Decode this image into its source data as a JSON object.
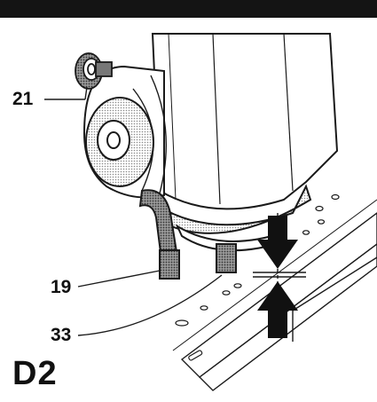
{
  "figure": {
    "label": "D2",
    "callouts": [
      {
        "id": "21",
        "text": "21"
      },
      {
        "id": "19",
        "text": "19"
      },
      {
        "id": "33",
        "text": "33"
      }
    ]
  },
  "colors": {
    "line": "#1a1a1a",
    "shade": "#8a8a8a",
    "dark": "#2b2b2b",
    "bar": "#141414",
    "paper": "#ffffff"
  },
  "icons": [
    "knob-icon",
    "arrow-down-icon",
    "arrow-up-icon"
  ]
}
